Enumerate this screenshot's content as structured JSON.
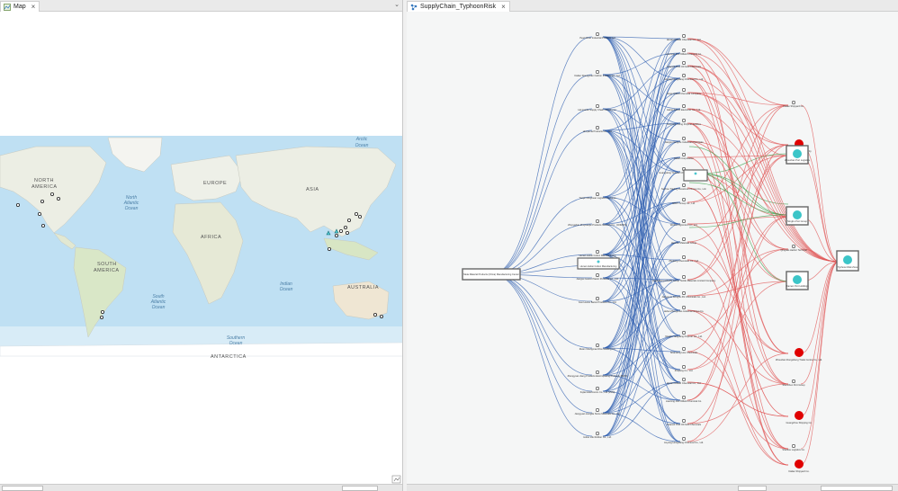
{
  "map_pane": {
    "tab_label": "Map",
    "ocean_labels": [
      {
        "l1": "Arctic",
        "l2": "Ocean"
      },
      {
        "l1": "North",
        "l2": "Atlantic",
        "l3": "Ocean"
      },
      {
        "l1": "South",
        "l2": "Atlantic",
        "l3": "Ocean"
      },
      {
        "l1": "Indian",
        "l2": "Ocean"
      },
      {
        "l1": "Southern",
        "l2": "Ocean"
      }
    ],
    "continent_labels": {
      "north_america_1": "NORTH",
      "north_america_2": "AMERICA",
      "europe": "EUROPE",
      "asia": "ASIA",
      "africa": "AFRICA",
      "south_america_1": "SOUTH",
      "south_america_2": "AMERICA",
      "australia": "AUSTRALIA",
      "antarctica": "ANTARCTICA"
    }
  },
  "graph_pane": {
    "tab_label": "SupplyChain_TyphoonRisk",
    "root_node": "Meta Material Products (China) Manufacturing Center",
    "tier1": [
      "Pearl River Industrial Products Ltd",
      "Dalian Shengyuan Carbon Industry Co., Ltd.",
      "Hai Lianke Supply Chain Industry Co.",
      "Hiroyama Products Co., Ltd.",
      "Tianjin Minghuan Logistics Services",
      "Zhongshan Zhuyuanjie Products Network Co., (CNMDIS)",
      "Hunan Hubei Cotton Manufacturing",
      "Jiangsu Guoxu Plastic Products Co., Ltd.",
      "Guo Huimu Barrel Products Co., Ltd.",
      "Ruian Shengmao Rice Molding Co.",
      "Zhengyuan Jiang Products Electroplating Products (BUSI)",
      "Fujian Electronics Co., Ltd (VNM)",
      "Jiangyuan Hongde Stone Materials Co., Ltd.",
      "Hubei Lilu Rubber Co., Ltd."
    ],
    "tier2": [
      "Hunan Oilfield Chemical Co., Ltd.",
      "Liaoning Jinli Oilfield Chemical Co.",
      "Cleanoil Plus Oil Field Chemicals",
      "Anyang Hongxiang Chemical Co., Ltd.",
      "Vega Oilfield Chemical Company",
      "Hebei Silicon Electronic Co., Ltd.",
      "Kunming Yilong Polymer Additive",
      "Jiangsu Yangtze Industrial Chemicals",
      "Dalian Corporation",
      "Guangdong Yichuan Chemical Industry Co., Ltd.",
      "Suzhou Trading Investment Group Co., Ltd.",
      "NRPT Group Co., Ltd.",
      "WAPG Pigtronics Co., Ltd.",
      "Huanan Materials Group",
      "Zhejiang Chemicals Co., Ltd.",
      "Guangdong ZAIJIN Group Textile Materials Limited Company",
      "Jiangsu Li Donghu Zhi Chemicals Co., Ltd.",
      "Hebei Zhongmiao Industrial Group Co.",
      "Ningbo Yaoguang Polymer Co., Ltd.",
      "Shandong Hou Chemicals",
      "Zhejiang Co., Ltd."
    ],
    "tier3": [
      "Dalian Shipyard Co.",
      "Shanghai Port Authority",
      "Zhoushan Port Logistics",
      "Ningbo Port Group",
      "Qingdao Harbor Terminal",
      "Xiamen Port Holdings",
      "Zhoushan Dongsheng Trade Centre Co., Ltd.",
      "Shenzhen Port Group",
      "Guangzhou Shipping Co.",
      "Shantou Logistics Co."
    ],
    "risk_node": "Typhoon Risk Zone"
  }
}
